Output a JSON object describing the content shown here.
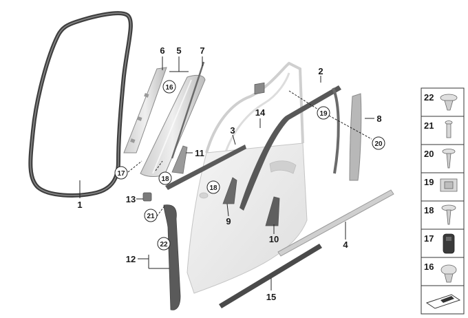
{
  "callouts": {
    "c1": "1",
    "c2": "2",
    "c3": "3",
    "c4": "4",
    "c5": "5",
    "c6": "6",
    "c7": "7",
    "c8": "8",
    "c9": "9",
    "c10": "10",
    "c11": "11",
    "c12": "12",
    "c13": "13",
    "c14": "14",
    "c15": "15"
  },
  "circled": {
    "k16": "16",
    "k17": "17",
    "k18a": "18",
    "k18b": "18",
    "k19": "19",
    "k20": "20",
    "k21": "21",
    "k22": "22"
  },
  "legend": {
    "p22": "22",
    "p21": "21",
    "p20": "20",
    "p19": "19",
    "p18": "18",
    "p17": "17",
    "p16": "16"
  },
  "colors": {
    "part_fill": "#e9e9e9",
    "part_stroke": "#8a8a8a",
    "seal": "#4a4a4a",
    "dark_part": "#5a5a5a"
  }
}
